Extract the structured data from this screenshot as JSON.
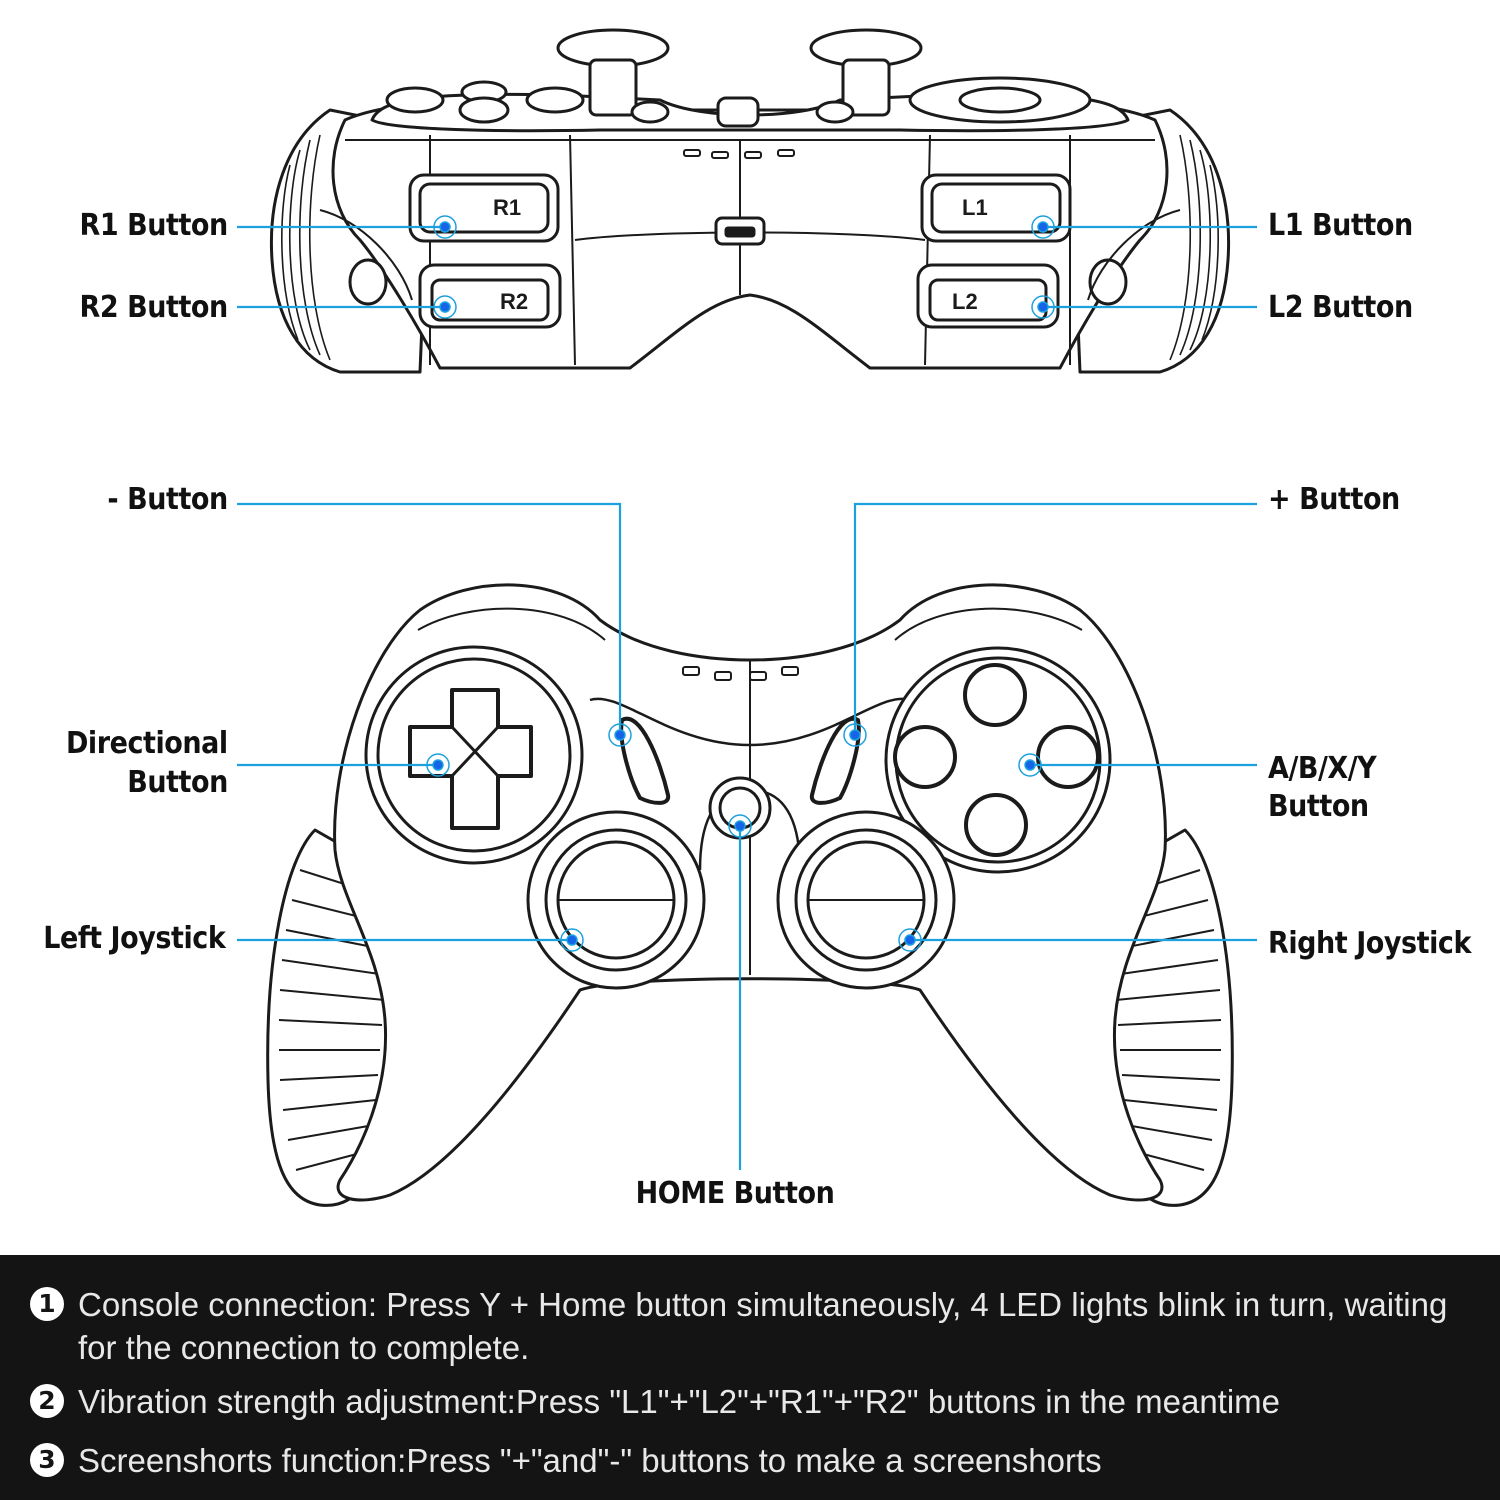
{
  "colors": {
    "accent": "#1da1de",
    "dot": "#1565e8",
    "outline": "#1b1b1b",
    "panel": "#141414"
  },
  "labels": {
    "r1": "R1 Button",
    "r2": "R2 Button",
    "l1": "L1 Button",
    "l2": "L2 Button",
    "minus": "- Button",
    "plus": "+ Button",
    "directional_1": "Directional",
    "directional_2": "Button",
    "abxy": "A/B/X/Y Button",
    "left_joystick": "Left Joystick",
    "right_joystick": "Right Joystick",
    "home": "HOME Button"
  },
  "trigger_marks": {
    "r1": "R1",
    "r2": "R2",
    "l1": "L1",
    "l2": "L2"
  },
  "instructions": [
    {
      "num": "1",
      "text": "Console connection: Press Y + Home button simultaneously, 4 LED lights blink in turn, waiting for the connection to complete."
    },
    {
      "num": "2",
      "text": "Vibration strength adjustment:Press \"L1\"+\"L2\"+\"R1\"+\"R2\" buttons in the meantime"
    },
    {
      "num": "3",
      "text": "Screenshorts function:Press \"+\"and\"-\" buttons to make a screenshorts"
    }
  ]
}
